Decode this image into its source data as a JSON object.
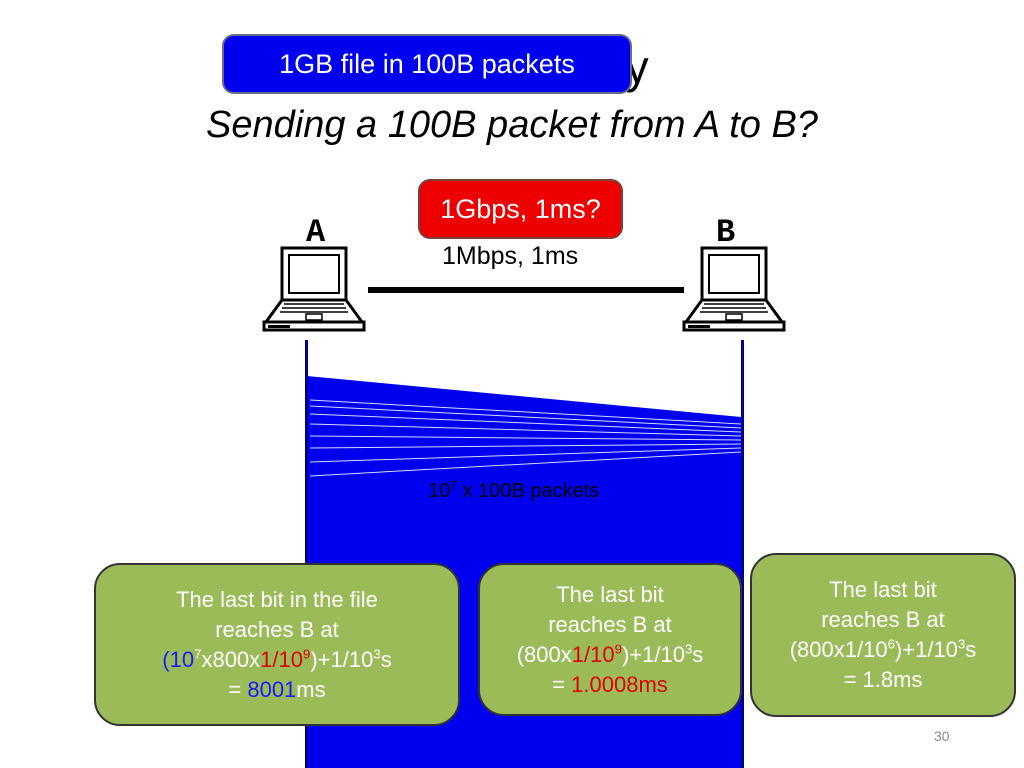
{
  "slide": {
    "title_tail": "ay",
    "subtitle": "Sending a 100B packet from A to B?",
    "overlay_file": "1GB file in 100B packets",
    "overlay_link": "1Gbps, 1ms?",
    "page_number": "30"
  },
  "network": {
    "node_a": "A",
    "node_b": "B",
    "link_label": "1Mbps, 1ms",
    "packets_label_base": "10",
    "packets_label_exp": "7",
    "packets_label_rest": " x 100B packets"
  },
  "callouts": {
    "c1": {
      "line1": "The last bit in the file",
      "line2": "reaches B at",
      "l3_open": "(",
      "l3_blue": "10",
      "l3_blue_exp": "7",
      "l3_mid": "x800x",
      "l3_red": "1/10",
      "l3_red_exp": "9",
      "l3_after": ")+1/10",
      "l3_exp": "3",
      "l3_unit": "s",
      "l4_eq": "= ",
      "l4_value": "8001",
      "l4_unit": "ms"
    },
    "c2": {
      "line1": "The last bit",
      "line2": "reaches B at",
      "l3_open": "(800x",
      "l3_red": "1/10",
      "l3_red_exp": "9",
      "l3_after": ")+1/10",
      "l3_exp": "3",
      "l3_unit": "s",
      "l4_eq": "= ",
      "l4_value": "1.0008ms"
    },
    "c3": {
      "line1": "The last bit",
      "line2": "reaches B at",
      "l3_open": "(800x1/10",
      "l3_exp1": "6",
      "l3_after": ")+1/10",
      "l3_exp2": "3",
      "l3_unit": "s",
      "l4": "= 1.8ms"
    }
  },
  "colors": {
    "packet_fill": "#0000ee",
    "callout_fill": "#9bbb59",
    "accent_red": "#e00000",
    "accent_blue": "#1a1aff"
  },
  "icons": [
    "laptop-icon"
  ]
}
